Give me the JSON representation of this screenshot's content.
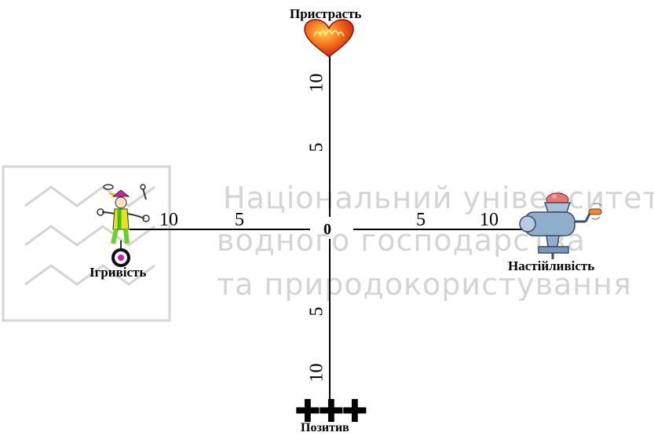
{
  "watermark": {
    "line1": "Національний університет",
    "line2": "водного господарства",
    "line3": "та природокористування"
  },
  "axes": {
    "top_label": "Пристрасть",
    "bottom_label": "Позитив",
    "left_label": "Ігривість",
    "right_label": "Настійливість",
    "origin": "0",
    "ticks": {
      "left": [
        "10",
        "5"
      ],
      "right": [
        "5",
        "10"
      ],
      "up": [
        "10",
        "5"
      ],
      "down": [
        "5",
        "10"
      ]
    }
  },
  "plus_signs": [
    "✚",
    "✚",
    "✚"
  ],
  "icons": {
    "top": "heart-icon",
    "left": "juggler-clown-icon",
    "right": "meat-grinder-icon",
    "bottom": "plus-signs"
  },
  "colors": {
    "axis": "#000000",
    "heart": "#e8321c",
    "watermark": "#d4d4d4"
  }
}
